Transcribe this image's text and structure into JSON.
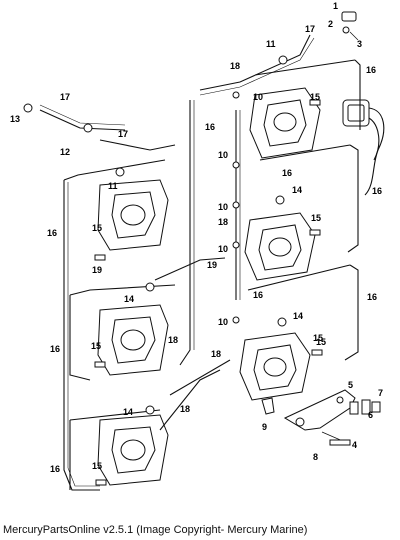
{
  "footer_text": "MercuryPartsOnline v2.5.1 (Image Copyright- Mercury Marine)",
  "callouts": [
    {
      "id": "c1",
      "text": "1"
    },
    {
      "id": "c2",
      "text": "2"
    },
    {
      "id": "c3",
      "text": "3"
    },
    {
      "id": "c4",
      "text": "4"
    },
    {
      "id": "c5",
      "text": "5"
    },
    {
      "id": "c6",
      "text": "6"
    },
    {
      "id": "c7",
      "text": "7"
    },
    {
      "id": "c8",
      "text": "8"
    },
    {
      "id": "c9",
      "text": "9"
    },
    {
      "id": "c10a",
      "text": "10"
    },
    {
      "id": "c10b",
      "text": "10"
    },
    {
      "id": "c10c",
      "text": "10"
    },
    {
      "id": "c10d",
      "text": "10"
    },
    {
      "id": "c10e",
      "text": "10"
    },
    {
      "id": "c11a",
      "text": "11"
    },
    {
      "id": "c11b",
      "text": "11"
    },
    {
      "id": "c12",
      "text": "12"
    },
    {
      "id": "c13",
      "text": "13"
    },
    {
      "id": "c14a",
      "text": "14"
    },
    {
      "id": "c14b",
      "text": "14"
    },
    {
      "id": "c14c",
      "text": "14"
    },
    {
      "id": "c14d",
      "text": "14"
    },
    {
      "id": "c15a",
      "text": "15"
    },
    {
      "id": "c15b",
      "text": "15"
    },
    {
      "id": "c15c",
      "text": "15"
    },
    {
      "id": "c15d",
      "text": "15"
    },
    {
      "id": "c15e",
      "text": "15"
    },
    {
      "id": "c15f",
      "text": "15"
    },
    {
      "id": "c15g",
      "text": "15"
    },
    {
      "id": "c16a",
      "text": "16"
    },
    {
      "id": "c16b",
      "text": "16"
    },
    {
      "id": "c16c",
      "text": "16"
    },
    {
      "id": "c16d",
      "text": "16"
    },
    {
      "id": "c16e",
      "text": "16"
    },
    {
      "id": "c16f",
      "text": "16"
    },
    {
      "id": "c16g",
      "text": "16"
    },
    {
      "id": "c16h",
      "text": "16"
    },
    {
      "id": "c16i",
      "text": "16"
    },
    {
      "id": "c17a",
      "text": "17"
    },
    {
      "id": "c17b",
      "text": "17"
    },
    {
      "id": "c17c",
      "text": "17"
    },
    {
      "id": "c18a",
      "text": "18"
    },
    {
      "id": "c18b",
      "text": "18"
    },
    {
      "id": "c18c",
      "text": "18"
    },
    {
      "id": "c18d",
      "text": "18"
    },
    {
      "id": "c18e",
      "text": "18"
    },
    {
      "id": "c19a",
      "text": "19"
    },
    {
      "id": "c19b",
      "text": "19"
    }
  ]
}
